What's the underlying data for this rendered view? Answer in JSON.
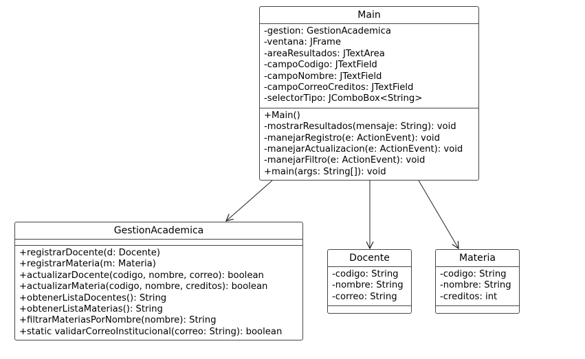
{
  "classes": {
    "main": {
      "name": "Main",
      "attributes": [
        "-gestion: GestionAcademica",
        "-ventana: JFrame",
        "-areaResultados: JTextArea",
        "-campoCodigo: JTextField",
        "-campoNombre: JTextField",
        "-campoCorreoCreditos: JTextField",
        "-selectorTipo: JComboBox<String>"
      ],
      "methods": [
        "+Main()",
        "-mostrarResultados(mensaje: String): void",
        "-manejarRegistro(e: ActionEvent): void",
        "-manejarActualizacion(e: ActionEvent): void",
        "-manejarFiltro(e: ActionEvent): void",
        "+main(args: String[]): void"
      ]
    },
    "gestion": {
      "name": "GestionAcademica",
      "attributes": [],
      "methods": [
        "+registrarDocente(d: Docente)",
        "+registrarMateria(m: Materia)",
        "+actualizarDocente(codigo, nombre, correo): boolean",
        "+actualizarMateria(codigo, nombre, creditos): boolean",
        "+obtenerListaDocentes(): String",
        "+obtenerListaMaterias(): String",
        "+filtrarMateriasPorNombre(nombre): String",
        "+static validarCorreoInstitucional(correo: String): boolean"
      ]
    },
    "docente": {
      "name": "Docente",
      "attributes": [
        "-codigo: String",
        "-nombre: String",
        "-correo: String"
      ],
      "methods": []
    },
    "materia": {
      "name": "Materia",
      "attributes": [
        "-codigo: String",
        "-nombre: String",
        "-creditos: int"
      ],
      "methods": []
    }
  },
  "relations": [
    {
      "from": "main",
      "to": "gestion"
    },
    {
      "from": "main",
      "to": "docente"
    },
    {
      "from": "main",
      "to": "materia"
    }
  ]
}
